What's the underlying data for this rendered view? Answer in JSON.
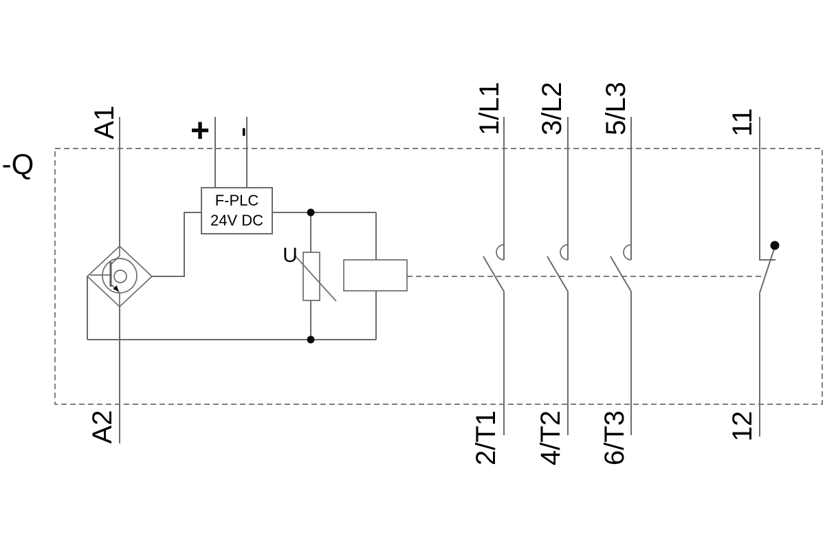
{
  "diagram": {
    "device_label": "-Q",
    "coil": {
      "a1": "A1",
      "a2": "A2"
    },
    "supply": {
      "plus": "+",
      "minus": "-"
    },
    "plc_box": {
      "line1": "F-PLC",
      "line2": "24V DC"
    },
    "varistor": {
      "label": "U"
    },
    "main_contacts": [
      {
        "top_terminal": "1/L1",
        "bottom_terminal": "2/T1"
      },
      {
        "top_terminal": "3/L2",
        "bottom_terminal": "4/T2"
      },
      {
        "top_terminal": "5/L3",
        "bottom_terminal": "6/T3"
      }
    ],
    "aux_contact": {
      "top_terminal": "11",
      "bottom_terminal": "12"
    }
  },
  "colors": {
    "background": "#ffffff",
    "wire": "#6b6b6d",
    "text": "#000000",
    "junction_dot": "#000000"
  }
}
